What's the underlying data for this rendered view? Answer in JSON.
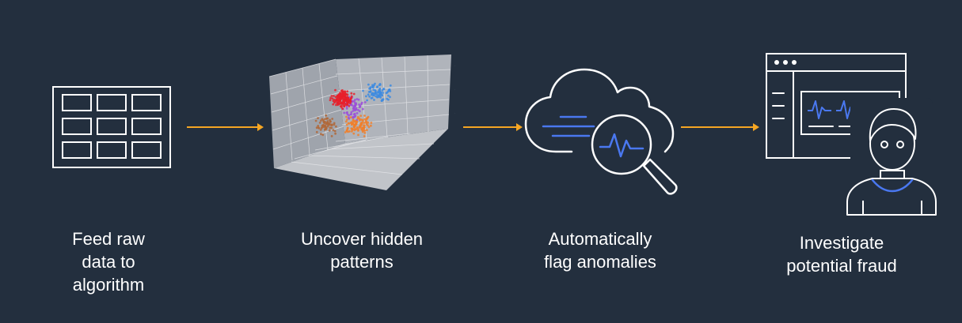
{
  "steps": [
    {
      "id": "feed",
      "icon": "data-table-icon",
      "caption": "Feed raw\ndata to\nalgorithm"
    },
    {
      "id": "patterns",
      "icon": "3d-scatter-plot-icon",
      "caption": "Uncover hidden\npatterns"
    },
    {
      "id": "flag",
      "icon": "cloud-magnifier-icon",
      "caption": "Automatically\nflag anomalies"
    },
    {
      "id": "investigate",
      "icon": "investigator-screen-icon",
      "caption": "Investigate\npotential fraud"
    }
  ],
  "colors": {
    "background": "#232f3e",
    "line": "#ffffff",
    "arrow": "#f5a623",
    "accent_blue": "#4a78f0",
    "cluster_red": "#e8202a",
    "cluster_blue": "#3d8be0",
    "cluster_orange": "#f07f2a",
    "cluster_purple": "#9b4fd8",
    "cluster_brown": "#b0683a",
    "plot_pane": "#a3a8b0"
  }
}
